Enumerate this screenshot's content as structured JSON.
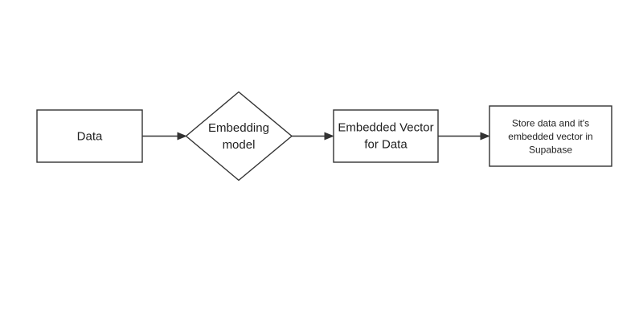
{
  "diagram": {
    "type": "flowchart",
    "direction": "left-to-right",
    "colors": {
      "background": "#ffffff",
      "shape_fill": "#ffffff",
      "shape_stroke": "#333333",
      "text": "#1f1f1f"
    },
    "nodes": [
      {
        "id": "data",
        "shape": "rectangle",
        "lines": [
          "Data"
        ]
      },
      {
        "id": "embedding-model",
        "shape": "diamond",
        "lines": [
          "Embedding",
          "model"
        ]
      },
      {
        "id": "embedded-vector-for-data",
        "shape": "rectangle",
        "lines": [
          "Embedded Vector",
          "for Data"
        ]
      },
      {
        "id": "store-in-supabase",
        "shape": "rectangle",
        "lines": [
          "Store data and it's",
          "embedded vector in",
          "Supabase"
        ]
      }
    ],
    "edges": [
      {
        "from": "data",
        "to": "embedding-model",
        "style": "solid-arrow-right"
      },
      {
        "from": "embedding-model",
        "to": "embedded-vector-for-data",
        "style": "solid-arrow-right"
      },
      {
        "from": "embedded-vector-for-data",
        "to": "store-in-supabase",
        "style": "solid-arrow-right"
      }
    ]
  }
}
